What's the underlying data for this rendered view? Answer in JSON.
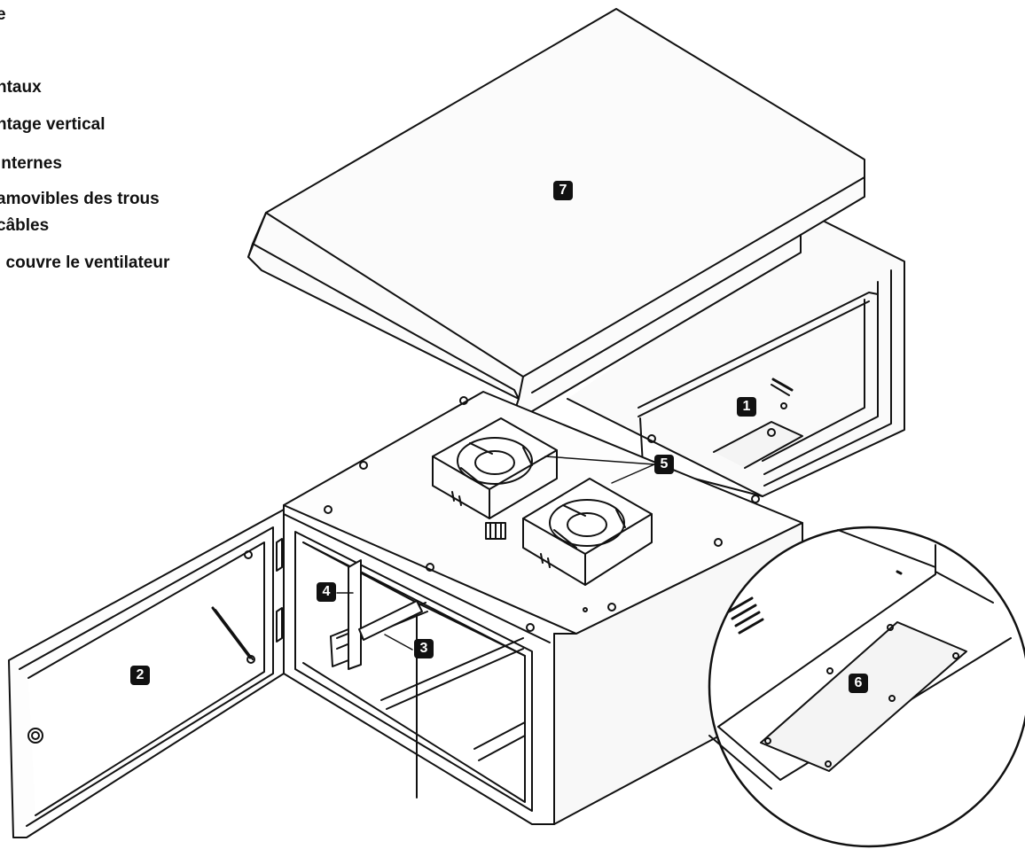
{
  "legend": {
    "lines": [
      "e",
      "ntaux",
      "ntage vertical",
      " internes",
      "amovibles des trous",
      " câbles",
      "i couvre le ventilateur"
    ]
  },
  "callouts": [
    "1",
    "2",
    "3",
    "4",
    "5",
    "6",
    "7"
  ],
  "colors": {
    "ink": "#111111",
    "paper": "#ffffff",
    "panel": "#f4f4f4"
  }
}
